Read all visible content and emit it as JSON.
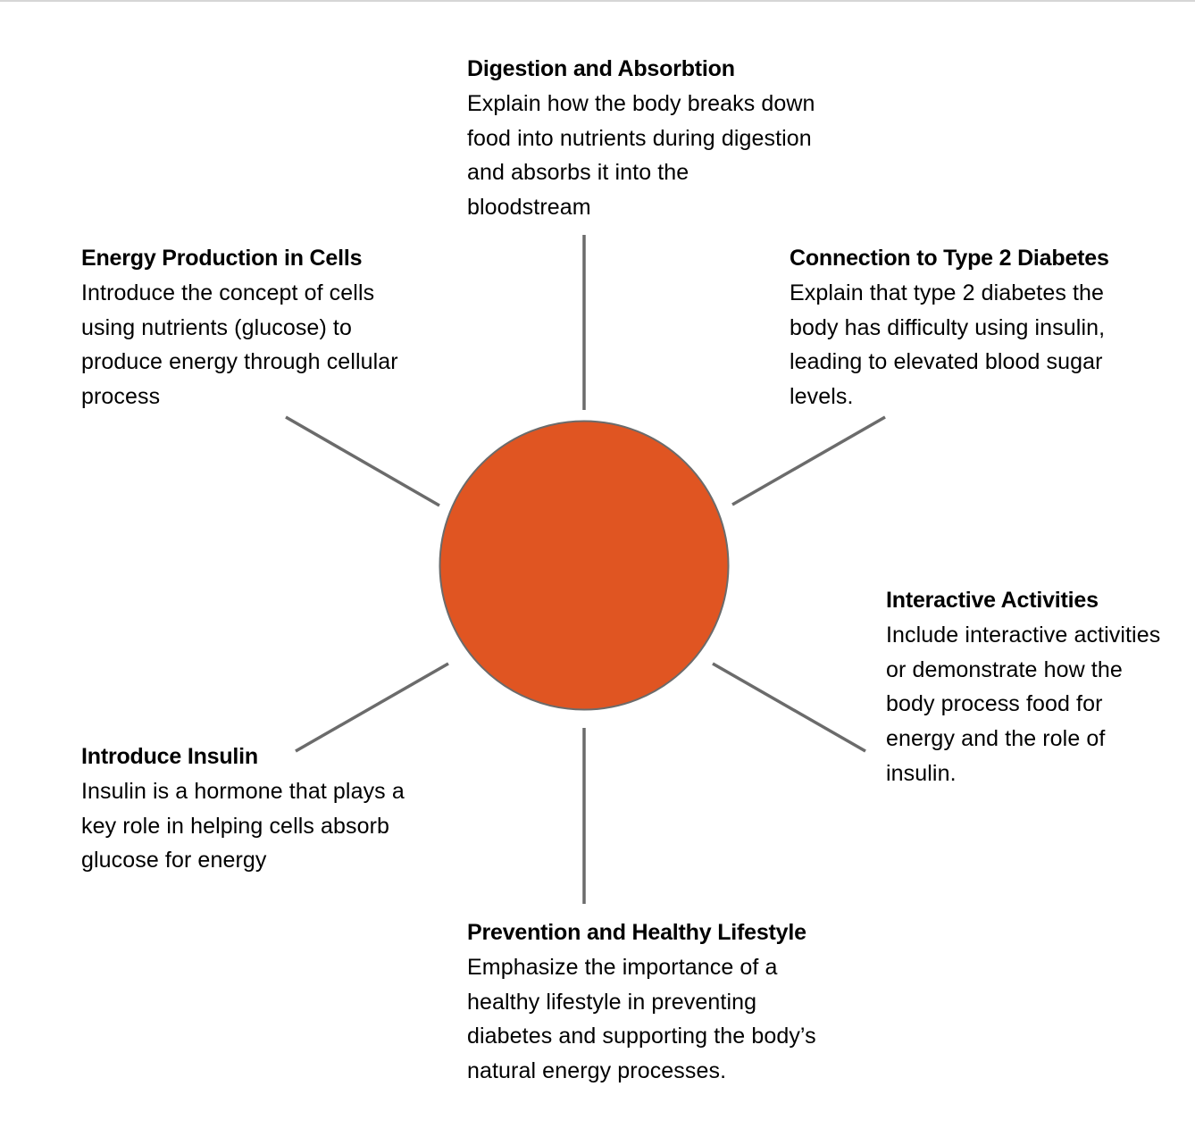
{
  "colors": {
    "hub_fill": "#e05522",
    "hub_stroke": "#6b6b6b",
    "connector": "#6b6b6b"
  },
  "nodes": {
    "digestion": {
      "title": "Digestion and Absorbtion",
      "text": "Explain how the body breaks down food into nutrients during digestion and absorbs it into the bloodstream"
    },
    "energy": {
      "title": "Energy Production in Cells",
      "text": "Introduce the concept of cells using nutrients (glucose) to produce energy through cellular process"
    },
    "connection": {
      "title": "Connection to Type 2 Diabetes",
      "text": "Explain that type 2 diabetes the body has difficulty using insulin, leading to elevated blood sugar levels."
    },
    "interactive": {
      "title": "Interactive Activities",
      "text": "Include interactive activities or demonstrate how the body process food for energy and the role of insulin."
    },
    "insulin": {
      "title": "Introduce Insulin",
      "text": "Insulin is a hormone that plays a key role in helping cells absorb glucose for energy"
    },
    "prevention": {
      "title": "Prevention and Healthy Lifestyle",
      "text": "Emphasize the importance of a healthy lifestyle in preventing diabetes and supporting the body’s natural energy processes."
    }
  }
}
